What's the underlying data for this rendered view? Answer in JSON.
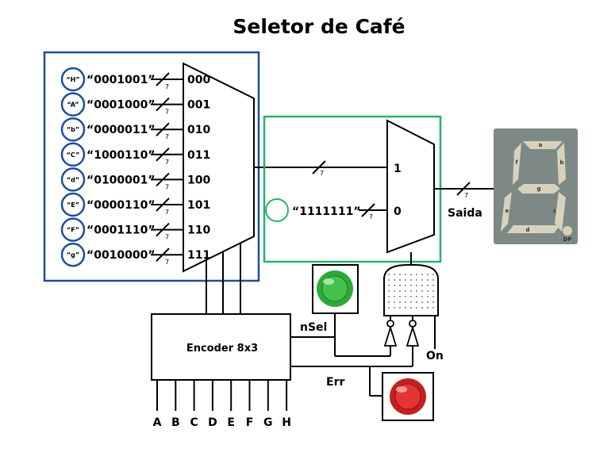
{
  "title": "Seletor de Café",
  "mux8": {
    "inputs": [
      {
        "char": "“H”",
        "code": "“0001001”",
        "sel": "000"
      },
      {
        "char": "“A”",
        "code": "“0001000”",
        "sel": "001"
      },
      {
        "char": "“b”",
        "code": "“0000011”",
        "sel": "010"
      },
      {
        "char": "“C”",
        "code": "“1000110”",
        "sel": "011"
      },
      {
        "char": "“d”",
        "code": "“0100001”",
        "sel": "100"
      },
      {
        "char": "“E”",
        "code": "“0000110”",
        "sel": "101"
      },
      {
        "char": "“F”",
        "code": "“0001110”",
        "sel": "110"
      },
      {
        "char": "“g”",
        "code": "“0010000”",
        "sel": "111"
      }
    ],
    "bus_width": "7"
  },
  "mux2": {
    "input1_label": "1",
    "input0_label": "0",
    "const_code": "“1111111”",
    "bus_width": "7"
  },
  "output": {
    "label": "Saida",
    "bus_width": "7"
  },
  "display": {
    "segments": [
      "a",
      "b",
      "c",
      "d",
      "e",
      "f",
      "g"
    ],
    "dp": "DP"
  },
  "encoder": {
    "label": "Encoder 8x3",
    "inputs": [
      "A",
      "B",
      "C",
      "D",
      "E",
      "F",
      "G",
      "H"
    ]
  },
  "signals": {
    "nsel": "nSel",
    "err": "Err",
    "on": "On"
  },
  "colors": {
    "blue_box": "#1f4e9a",
    "green_box": "#27b36a",
    "green_led": "#2fa83a",
    "red_led": "#c42020",
    "display_bg": "#7d8985",
    "segment": "#d8d2bd"
  }
}
